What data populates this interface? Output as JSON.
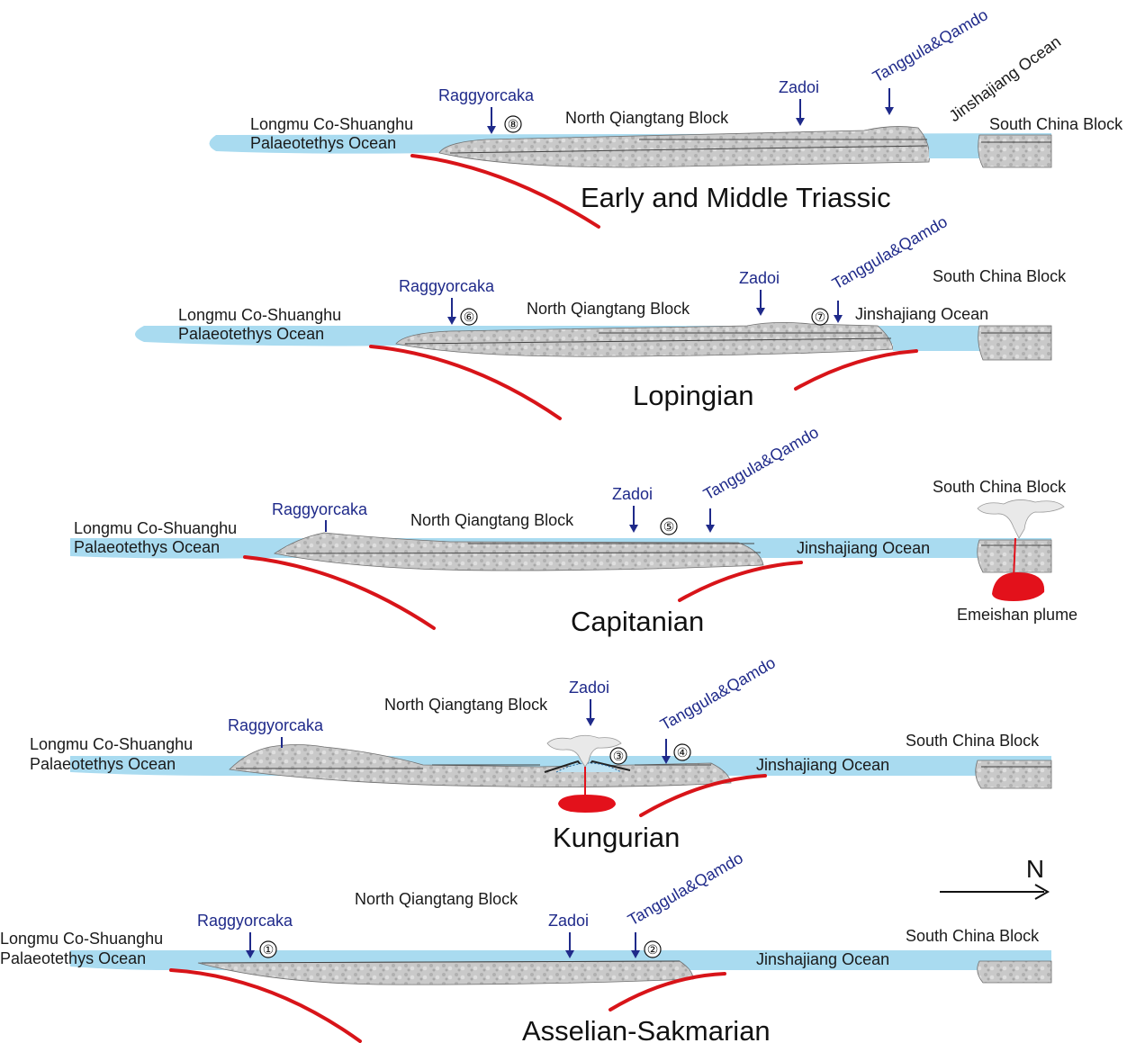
{
  "panels": [
    {
      "period": "Early and Middle Triassic",
      "ocean_left_line1": "Longmu Co-Shuanghu",
      "ocean_left_line2": "Palaeotethys Ocean",
      "block": "North Qiangtang Block",
      "site_raggyorcaka": "Raggyorcaka",
      "site_zadoi": "Zadoi",
      "site_tanggula": "Tanggula&Qamdo",
      "ocean_right": "Jinshajiang Ocean",
      "south_china": "South China Block",
      "markers": [
        "⑧"
      ]
    },
    {
      "period": "Lopingian",
      "ocean_left_line1": "Longmu Co-Shuanghu",
      "ocean_left_line2": "Palaeotethys Ocean",
      "block": "North Qiangtang Block",
      "site_raggyorcaka": "Raggyorcaka",
      "site_zadoi": "Zadoi",
      "site_tanggula": "Tanggula&Qamdo",
      "ocean_right": "Jinshajiang Ocean",
      "south_china": "South China Block",
      "markers": [
        "⑥",
        "⑦"
      ]
    },
    {
      "period": "Capitanian",
      "ocean_left_line1": "Longmu Co-Shuanghu",
      "ocean_left_line2": "Palaeotethys Ocean",
      "block": "North Qiangtang Block",
      "site_raggyorcaka": "Raggyorcaka",
      "site_zadoi": "Zadoi",
      "site_tanggula": "Tanggula&Qamdo",
      "ocean_right": "Jinshajiang Ocean",
      "south_china": "South China Block",
      "plume": "Emeishan plume",
      "markers": [
        "⑤"
      ]
    },
    {
      "period": "Kungurian",
      "ocean_left_line1": "Longmu Co-Shuanghu",
      "ocean_left_line2": "Palaeotethys Ocean",
      "block": "North Qiangtang Block",
      "site_raggyorcaka": "Raggyorcaka",
      "site_zadoi": "Zadoi",
      "site_tanggula": "Tanggula&Qamdo",
      "ocean_right": "Jinshajiang Ocean",
      "south_china": "South China Block",
      "markers": [
        "③",
        "④"
      ]
    },
    {
      "period": "Asselian-Sakmarian",
      "ocean_left_line1": "Longmu Co-Shuanghu",
      "ocean_left_line2": "Palaeotethys Ocean",
      "block": "North Qiangtang Block",
      "site_raggyorcaka": "Raggyorcaka",
      "site_zadoi": "Zadoi",
      "site_tanggula": "Tanggula&Qamdo",
      "ocean_right": "Jinshajiang Ocean",
      "south_china": "South China Block",
      "markers": [
        "①",
        "②"
      ]
    }
  ],
  "north_arrow": "N",
  "colors": {
    "ocean": "#a9dbf0",
    "slab": "#d81419",
    "site_text": "#1f2a8a",
    "plume": "#e3111b"
  }
}
